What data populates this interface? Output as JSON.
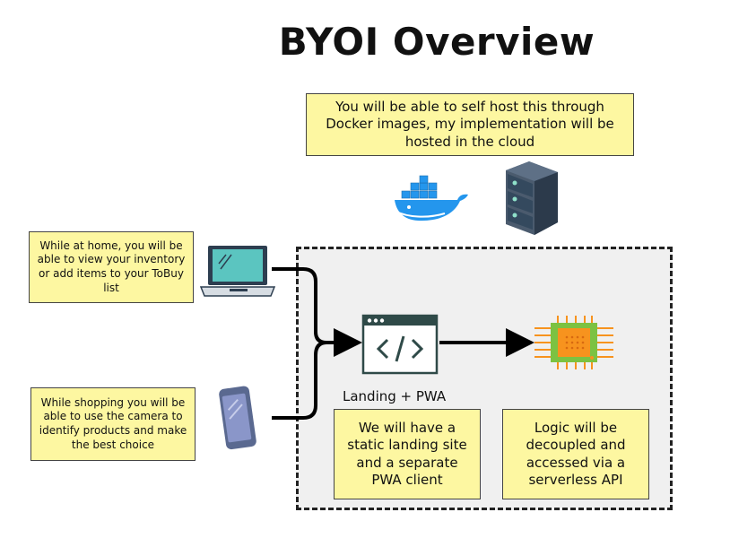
{
  "title": "BYOI Overview",
  "notes": {
    "hosting": "You will be able to self host this through Docker images, my implementation will be hosted in the cloud",
    "home": "While at home, you will be able to view your inventory or add items to your ToBuy list",
    "shopping": "While shopping you will be able to use the camera to identify products and make the best choice",
    "landing": "We will have a static landing site and a separate PWA client",
    "logic": "Logic will be decoupled and accessed via a serverless API"
  },
  "labels": {
    "landing_pwa": "Landing + PWA"
  },
  "icons": [
    "docker-icon",
    "server-icon",
    "laptop-icon",
    "phone-icon",
    "code-window-icon",
    "cpu-chip-icon"
  ],
  "colors": {
    "note_fill": "#fdf7a1",
    "boundary_fill": "#f0f0f0",
    "docker_blue": "#2496ed",
    "server_dark": "#34495e",
    "chip_green": "#7cc242",
    "chip_orange": "#f7931e"
  }
}
